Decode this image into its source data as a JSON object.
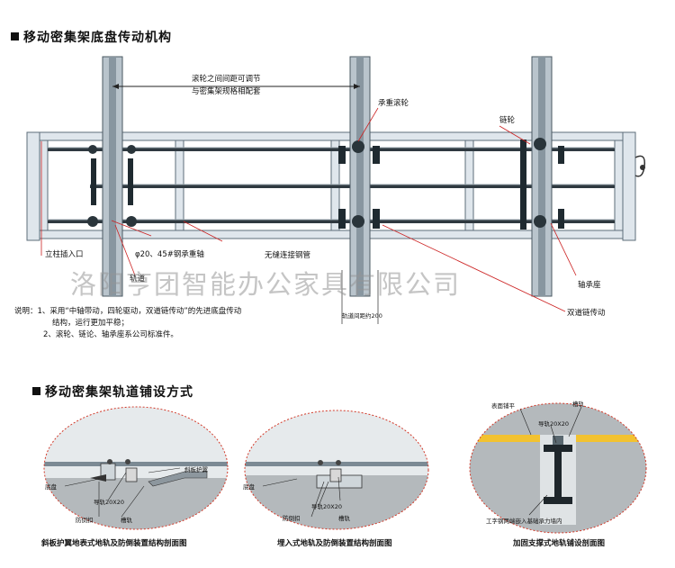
{
  "section1": {
    "title": "移动密集架底盘传动机构",
    "callouts": {
      "roller_spacing_line1": "滚轮之间间距可调节",
      "roller_spacing_line2": "与密集架规格相配套",
      "load_roller": "承重滚轮",
      "sprocket": "链轮",
      "column_entry": "立柱插入口",
      "load_axle": "φ20、45#钢承重轴",
      "seamless_tube": "无缝连接钢管",
      "track": "轨道",
      "bearing_seat": "轴承座",
      "double_chain": "双道链传动",
      "track_spacing": "轨道间距约200"
    },
    "notes": {
      "line1": "说明：1、采用“中轴带动，四轮驱动，双道链传动”的先进底盘传动",
      "line2": "结构，运行更加平稳；",
      "line3": "2、滚轮、链论、轴承座系公司标准件。"
    }
  },
  "watermark": "洛阳亨团智能办公家具有限公司",
  "section2": {
    "title": "移动密集架轨道铺设方式",
    "detail1": {
      "base": "底盘",
      "ramp_guard": "斜板护翼",
      "guide_rail": "导轨20X20",
      "anti_tip": "防倒扣",
      "rail_foot": "槽轨",
      "caption": "斜板护翼地表式地轨及防倒装置结构剖面图"
    },
    "detail2": {
      "base": "底盘",
      "guide_rail": "导轨20X20",
      "anti_tip": "防倒扣",
      "rail_foot": "槽轨",
      "caption": "埋入式地轨及防倒装置结构剖面图"
    },
    "detail3": {
      "surface": "表面铺平",
      "groove": "槽轨",
      "guide_rail": "导轨20X20",
      "steel_note": "工字钢两端嵌入基础承力墙内",
      "caption": "加固支撑式地轨铺设剖面图"
    }
  },
  "colors": {
    "frame_fill": "#dfe6ec",
    "frame_stroke": "#5d6d7a",
    "column_fill": "#b9c4cc",
    "red_leader": "#cc2222",
    "dash_ellipse": "#d23a2a",
    "concrete": "#b4b9bc",
    "yellow_surface": "#f2c230"
  }
}
